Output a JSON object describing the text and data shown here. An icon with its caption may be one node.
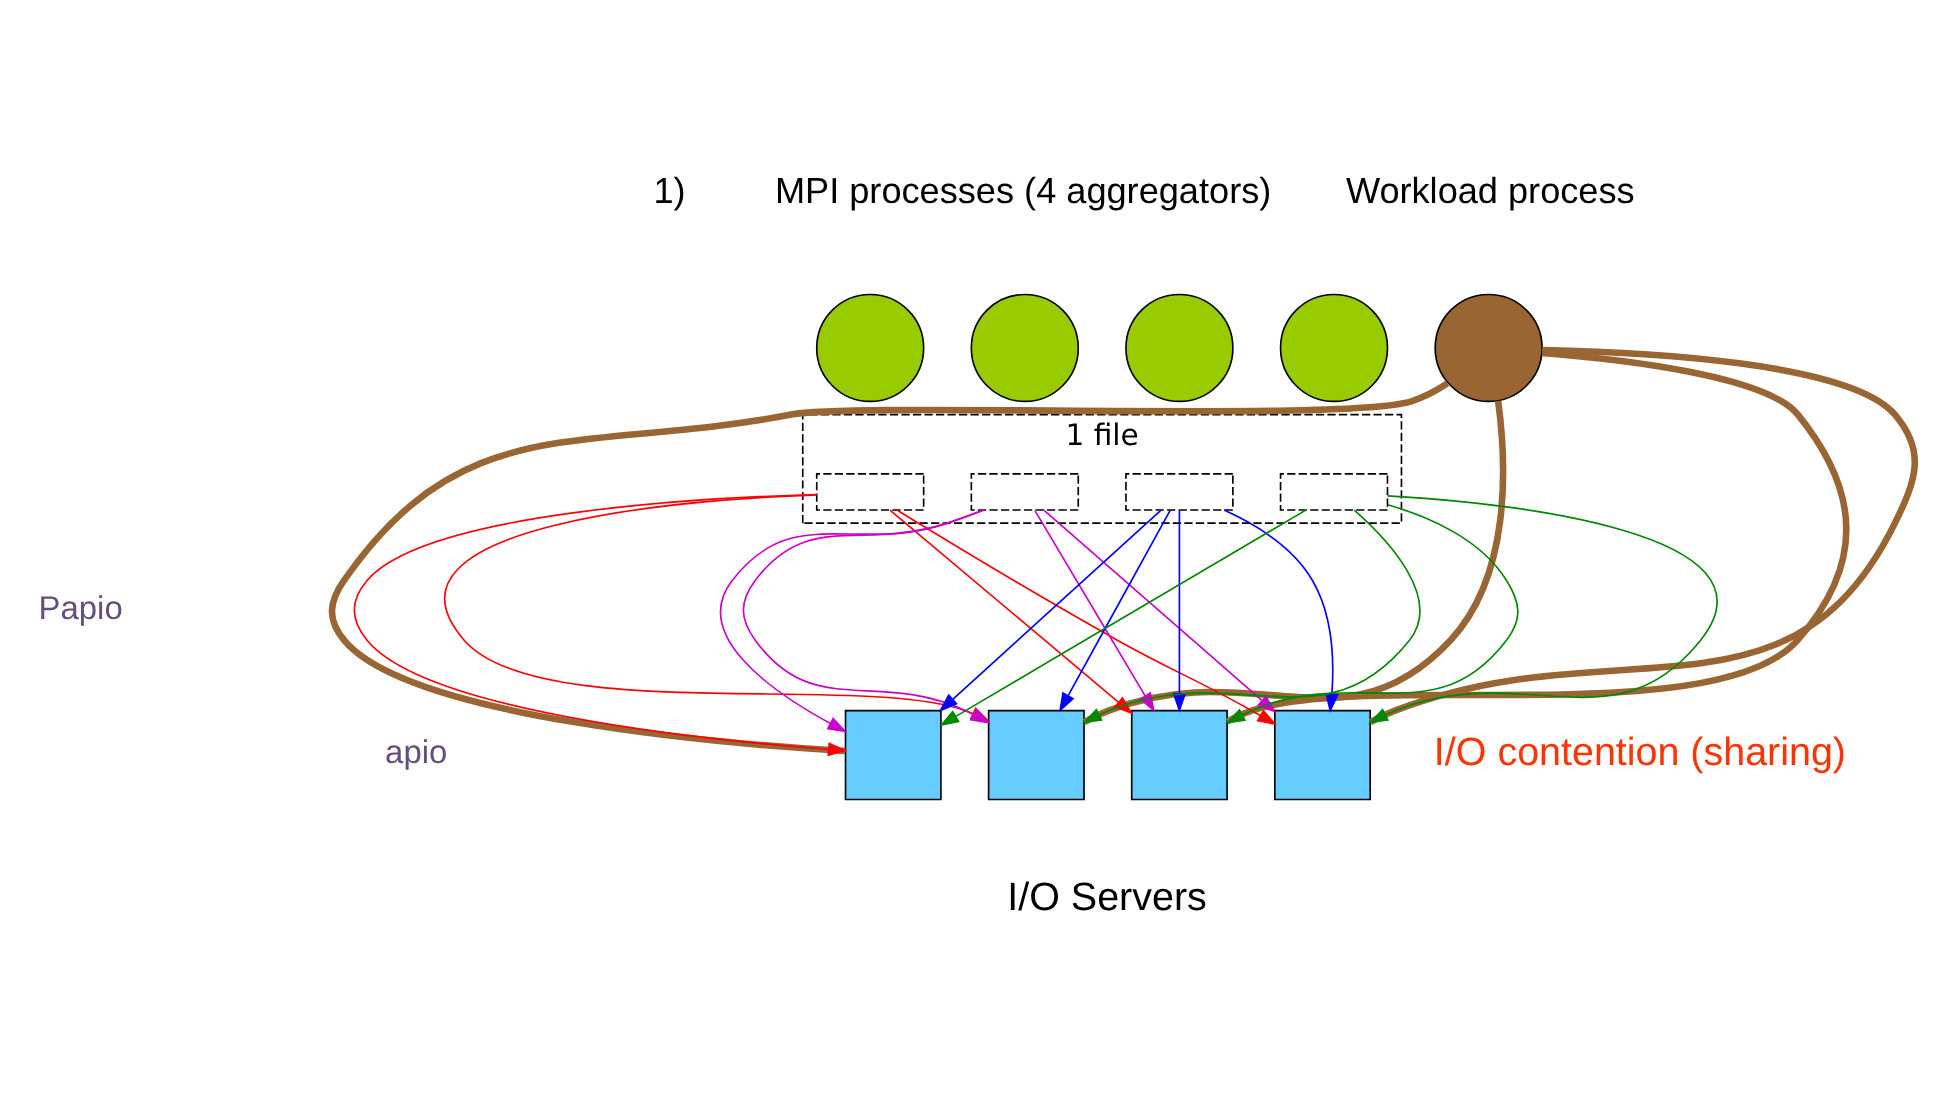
{
  "diagram": {
    "nodes": [
      {
        "text": [],
        "shape": "circle"
      },
      {
        "text": [],
        "shape": "circle"
      },
      {
        "text": [],
        "shape": "circle"
      },
      {
        "text": [],
        "shape": "circle"
      },
      {
        "text": [],
        "shape": "circle"
      },
      {
        "text": [
          "1 file"
        ]
      },
      {
        "text": [],
        "shape": "box",
        "in": 5
      },
      {
        "text": [],
        "shape": "box",
        "in": 5
      },
      {
        "text": [],
        "shape": "box",
        "in": 5
      },
      {
        "text": [],
        "shape": "box",
        "in": 5
      },
      {
        "text": [],
        "shape": "box"
      },
      {
        "text": [],
        "shape": "box"
      },
      {
        "text": [],
        "shape": "box"
      },
      {
        "text": [],
        "shape": "box"
      }
    ],
    "edges": [
      {
        "from": 6,
        "to": 10,
        "arrow": "to",
        "color": "#ff0000"
      },
      {
        "from": 6,
        "to": 11,
        "arrow": "to",
        "color": "#ff0000"
      },
      {
        "from": 6,
        "to": 12,
        "arrow": "to",
        "color": "#ff0000"
      },
      {
        "from": 6,
        "to": 13,
        "arrow": "to",
        "color": "#ff0000"
      },
      {
        "from": 7,
        "to": 10,
        "arrow": "to",
        "color": "#cc00cc"
      },
      {
        "from": 7,
        "to": 11,
        "arrow": "to",
        "color": "#cc00cc"
      },
      {
        "from": 7,
        "to": 12,
        "arrow": "to",
        "color": "#cc00cc"
      },
      {
        "from": 7,
        "to": 13,
        "arrow": "to",
        "color": "#cc00cc"
      },
      {
        "from": 8,
        "to": 10,
        "arrow": "to",
        "color": "#0000ff"
      },
      {
        "from": 8,
        "to": 11,
        "arrow": "to",
        "color": "#0000ff"
      },
      {
        "from": 8,
        "to": 12,
        "arrow": "to",
        "color": "#0000ff"
      },
      {
        "from": 8,
        "to": 13,
        "arrow": "to",
        "color": "#0000ff"
      },
      {
        "from": 9,
        "to": 10,
        "arrow": "to",
        "color": "#008800"
      },
      {
        "from": 9,
        "to": 11,
        "arrow": "to",
        "color": "#008800"
      },
      {
        "from": 9,
        "to": 12,
        "arrow": "to",
        "color": "#008800"
      },
      {
        "from": 9,
        "to": 13,
        "arrow": "to",
        "color": "#008800"
      },
      {
        "from": 4,
        "to": 10,
        "arrow": "none",
        "style": "thick",
        "color": "#996633"
      },
      {
        "from": 4,
        "to": 11,
        "arrow": "none",
        "style": "thick",
        "color": "#996633"
      },
      {
        "from": 4,
        "to": 12,
        "arrow": "none",
        "style": "thick",
        "color": "#996633"
      },
      {
        "from": 4,
        "to": 13,
        "arrow": "none",
        "style": "thick",
        "color": "#996633"
      }
    ],
    "labels": [
      "1)",
      "MPI processes (4 aggregators)",
      "Workload process",
      "Papio",
      "apio",
      "I/O contention (sharing)",
      "I/O Servers"
    ]
  }
}
